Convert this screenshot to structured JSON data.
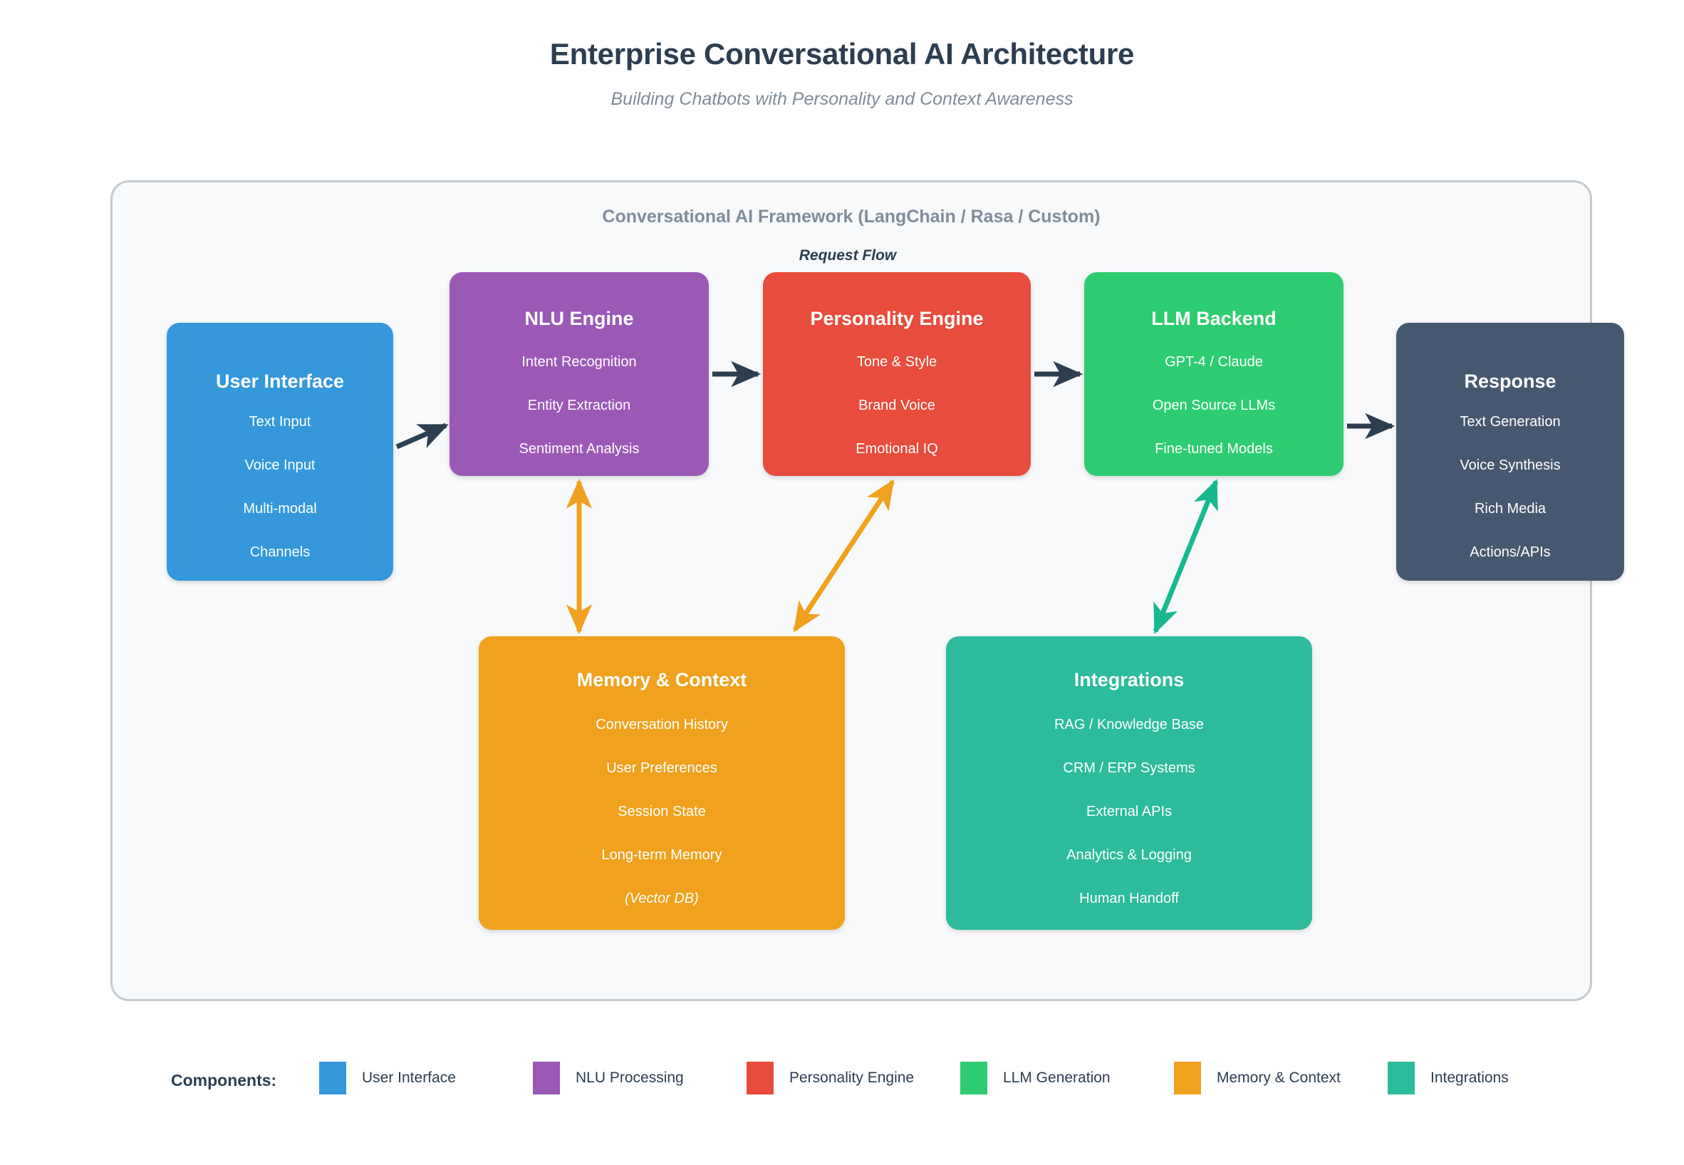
{
  "header": {
    "title": "Enterprise Conversational AI Architecture",
    "subtitle": "Building Chatbots with Personality and Context Awareness"
  },
  "framework": {
    "label": "Conversational AI Framework (LangChain / Rasa / Custom)",
    "flow_label": "Request Flow"
  },
  "nodes": {
    "user_interface": {
      "title": "User Interface",
      "color": "#3498db",
      "items": [
        "Text Input",
        "Voice Input",
        "Multi-modal",
        "Channels"
      ]
    },
    "nlu_engine": {
      "title": "NLU Engine",
      "color": "#9b59b6",
      "items": [
        "Intent Recognition",
        "Entity Extraction",
        "Sentiment Analysis"
      ]
    },
    "personality_engine": {
      "title": "Personality Engine",
      "color": "#e74c3c",
      "items": [
        "Tone & Style",
        "Brand Voice",
        "Emotional IQ"
      ]
    },
    "llm_backend": {
      "title": "LLM Backend",
      "color": "#2ecc71",
      "items": [
        "GPT-4 / Claude",
        "Open Source LLMs",
        "Fine-tuned Models"
      ]
    },
    "response": {
      "title": "Response",
      "color": "#46586f",
      "items": [
        "Text Generation",
        "Voice Synthesis",
        "Rich Media",
        "Actions/APIs"
      ]
    },
    "memory_context": {
      "title": "Memory & Context",
      "color": "#f0a11e",
      "items": [
        "Conversation History",
        "User Preferences",
        "Session State",
        "Long-term Memory"
      ],
      "note": "(Vector DB)"
    },
    "integrations": {
      "title": "Integrations",
      "color": "#2cbb9c",
      "items": [
        "RAG / Knowledge Base",
        "CRM / ERP Systems",
        "External APIs",
        "Analytics & Logging",
        "Human Handoff"
      ]
    }
  },
  "connections": [
    {
      "from": "User Interface",
      "to": "NLU Engine",
      "style": "single",
      "color": "#2c3e50"
    },
    {
      "from": "NLU Engine",
      "to": "Personality Engine",
      "style": "single",
      "color": "#2c3e50"
    },
    {
      "from": "Personality Engine",
      "to": "LLM Backend",
      "style": "single",
      "color": "#2c3e50"
    },
    {
      "from": "LLM Backend",
      "to": "Response",
      "style": "single",
      "color": "#2c3e50"
    },
    {
      "from": "NLU Engine",
      "to": "Memory & Context",
      "style": "double",
      "color": "#f0a11e"
    },
    {
      "from": "Personality Engine",
      "to": "Memory & Context",
      "style": "double",
      "color": "#f0a11e"
    },
    {
      "from": "LLM Backend",
      "to": "Integrations",
      "style": "double",
      "color": "#17b890"
    }
  ],
  "legend": {
    "title": "Components:",
    "items": [
      {
        "label": "User Interface",
        "color": "#3498db"
      },
      {
        "label": "NLU Processing",
        "color": "#9b59b6"
      },
      {
        "label": "Personality Engine",
        "color": "#e74c3c"
      },
      {
        "label": "LLM Generation",
        "color": "#2ecc71"
      },
      {
        "label": "Memory & Context",
        "color": "#f0a11e"
      },
      {
        "label": "Integrations",
        "color": "#2cbb9c"
      }
    ]
  }
}
